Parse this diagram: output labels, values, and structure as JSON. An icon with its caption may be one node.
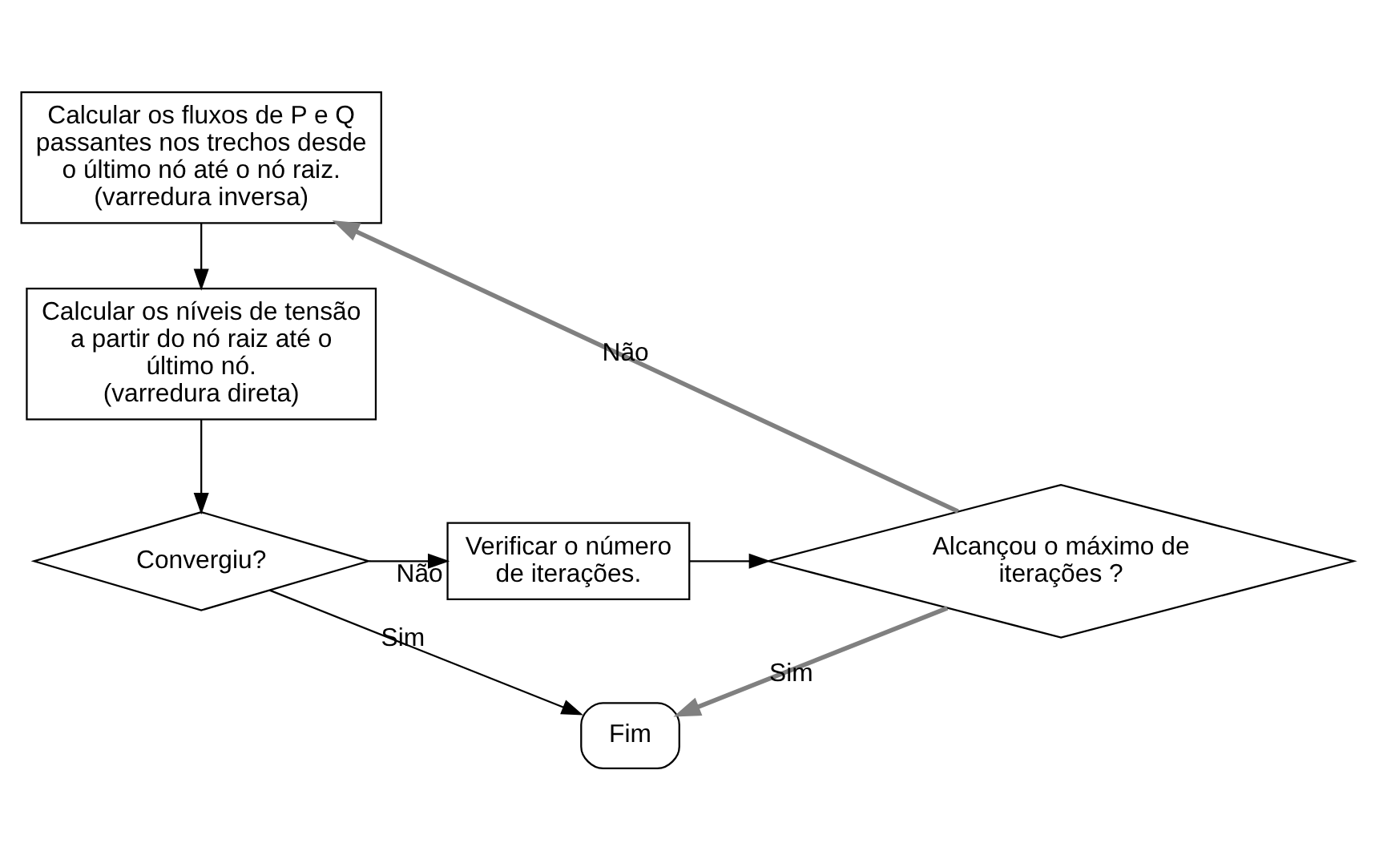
{
  "diagram": {
    "nodes": [
      {
        "text": [
          "Calcular os fluxos de P e Q passantes nos trechos desde o último nó até o nó raiz.",
          "(varredura inversa)"
        ]
      },
      {
        "text": [
          "Calcular os níveis de tensão a partir do nó raiz até o último nó.",
          "(varredura direta)"
        ]
      },
      {
        "text": [
          "Convergiu?"
        ]
      },
      {
        "text": [
          "Verificar o número de iterações."
        ]
      },
      {
        "text": [
          "Alcançou o máximo de iterações ?"
        ]
      },
      {
        "text": [
          "Fim"
        ]
      }
    ],
    "edges": [
      {
        "from": 0,
        "to": 1,
        "arrow": "to"
      },
      {
        "from": 1,
        "to": 2,
        "arrow": "to"
      },
      {
        "from": 2,
        "to": 3,
        "arrow": "to",
        "label": "Não"
      },
      {
        "from": 3,
        "to": 4,
        "arrow": "to"
      },
      {
        "from": 4,
        "to": 0,
        "arrow": "to",
        "label": "Não",
        "style": "thick",
        "color": "#808080"
      },
      {
        "from": 2,
        "to": 5,
        "arrow": "to",
        "label": "Sim"
      },
      {
        "from": 4,
        "to": 5,
        "arrow": "to",
        "label": "Sim",
        "style": "thick",
        "color": "#808080"
      }
    ]
  }
}
